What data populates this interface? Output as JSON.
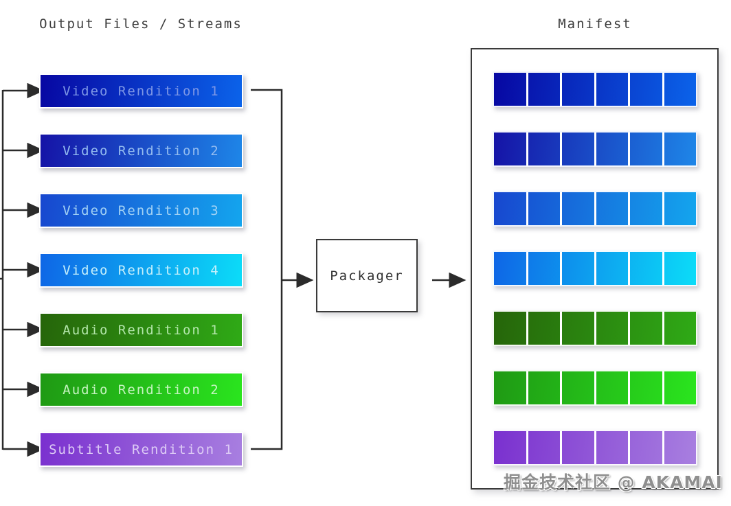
{
  "titles": {
    "output": "Output Files / Streams",
    "manifest": "Manifest"
  },
  "packager": {
    "label": "Packager"
  },
  "renditions": [
    {
      "label": "Video Rendition 1",
      "from": "#0707a2",
      "to": "#0b63ea",
      "text_color": "#7e97e6"
    },
    {
      "label": "Video Rendition 2",
      "from": "#1513a6",
      "to": "#1e86e8",
      "text_color": "#95bdf0"
    },
    {
      "label": "Video Rendition 3",
      "from": "#1747cf",
      "to": "#14a5ee",
      "text_color": "#a3d2f4"
    },
    {
      "label": "Video Rendition 4",
      "from": "#0e66e6",
      "to": "#0cdcf8",
      "text_color": "#c6f0fb"
    },
    {
      "label": "Audio Rendition 1",
      "from": "#26650a",
      "to": "#2faa16",
      "text_color": "#b3e6ab"
    },
    {
      "label": "Audio Rendition 2",
      "from": "#1f9914",
      "to": "#2ae51e",
      "text_color": "#c6f4c2"
    },
    {
      "label": "Subtitle Rendition 1",
      "from": "#7a30cf",
      "to": "#a87fe0",
      "text_color": "#ddcbf5"
    }
  ],
  "manifest": {
    "segments_per_row": 6,
    "rows": 7
  },
  "watermark": {
    "text": "掘金技术社区 @ AKAMAI"
  },
  "colors": {
    "line": "#2b2b2b",
    "box_border": "#3a3a3a",
    "title_text": "#3d3d3d"
  }
}
